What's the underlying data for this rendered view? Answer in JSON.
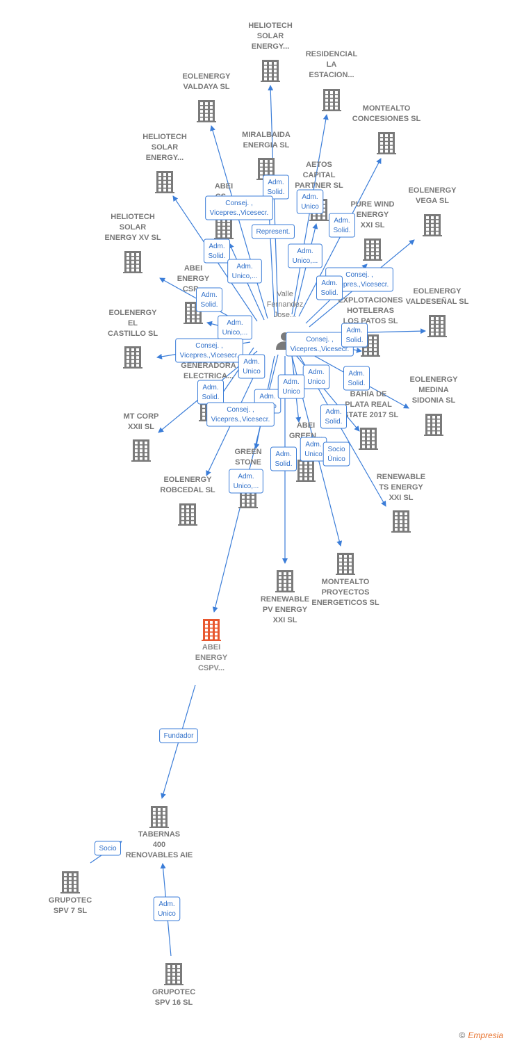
{
  "colors": {
    "edge": "#3b7dd8",
    "building": "#7a7a7a",
    "focus_building": "#e8572e",
    "badge_text": "#2f6fc9"
  },
  "person": {
    "label": [
      "Valle",
      "Fernandez",
      "Jose..."
    ],
    "icon": "person-icon"
  },
  "companies": [
    {
      "id": "heliotech-top",
      "label": [
        "HELIOTECH",
        "SOLAR",
        "ENERGY..."
      ]
    },
    {
      "id": "residencial",
      "label": [
        "RESIDENCIAL",
        "LA",
        "ESTACION..."
      ]
    },
    {
      "id": "valdaya",
      "label": [
        "EOLENERGY",
        "VALDAYA SL"
      ]
    },
    {
      "id": "montealto-conc",
      "label": [
        "MONTEALTO",
        "CONCESIONES SL"
      ]
    },
    {
      "id": "heliotech-left",
      "label": [
        "HELIOTECH",
        "SOLAR",
        "ENERGY..."
      ]
    },
    {
      "id": "miralbaida",
      "label": [
        "MIRALBAIDA",
        "ENERGIA SL"
      ]
    },
    {
      "id": "aetos",
      "label": [
        "AETOS",
        "CAPITAL",
        "PARTNER SL"
      ]
    },
    {
      "id": "abei-cs",
      "label": [
        "ABEI",
        "CS..."
      ]
    },
    {
      "id": "vega",
      "label": [
        "EOLENERGY",
        "VEGA SL"
      ]
    },
    {
      "id": "purewind",
      "label": [
        "PURE WIND",
        "ENERGY",
        "XXI SL"
      ]
    },
    {
      "id": "heliotech-xv",
      "label": [
        "HELIOTECH",
        "SOLAR",
        "ENERGY XV SL"
      ]
    },
    {
      "id": "abei-cspv-mid",
      "label": [
        "ABEI",
        "ENERGY",
        "CSP..."
      ]
    },
    {
      "id": "explotaciones",
      "label": [
        "EXPLOTACIONES",
        "HOTELERAS",
        "LOS PATOS SL"
      ]
    },
    {
      "id": "valdesenal",
      "label": [
        "EOLENERGY",
        "VALDESEÑAL SL"
      ]
    },
    {
      "id": "castillo",
      "label": [
        "EOLENERGY",
        "EL",
        "CASTILLO SL"
      ]
    },
    {
      "id": "generadora",
      "label": [
        "GENERADORA",
        "ELECTRICA..."
      ]
    },
    {
      "id": "medina",
      "label": [
        "EOLENERGY",
        "MEDINA",
        "SIDONIA SL"
      ]
    },
    {
      "id": "bahia",
      "label": [
        "BAHIA DE",
        "PLATA REAL",
        "ESTATE 2017 SL"
      ]
    },
    {
      "id": "mtcorp",
      "label": [
        "MT CORP",
        "XXII SL"
      ]
    },
    {
      "id": "abei-green",
      "label": [
        "ABEI",
        "GREEN..."
      ]
    },
    {
      "id": "greenstone",
      "label": [
        "GREEN",
        "STONE",
        "RE..."
      ]
    },
    {
      "id": "renewablets",
      "label": [
        "RENEWABLE",
        "TS ENERGY",
        "XXI SL"
      ]
    },
    {
      "id": "robcedal",
      "label": [
        "EOLENERGY",
        "ROBCEDAL SL"
      ]
    },
    {
      "id": "montealto-proy",
      "label": [
        "MONTEALTO",
        "PROYECTOS",
        "ENERGETICOS SL"
      ]
    },
    {
      "id": "renewablepv",
      "label": [
        "RENEWABLE",
        "PV ENERGY",
        "XXI SL"
      ]
    },
    {
      "id": "abei-focus",
      "label": [
        "ABEI",
        "ENERGY",
        "CSPV..."
      ]
    },
    {
      "id": "tabernas",
      "label": [
        "TABERNAS",
        "400",
        "RENOVABLES AIE"
      ]
    },
    {
      "id": "grupotec7",
      "label": [
        "GRUPOTEC",
        "SPV 7 SL"
      ]
    },
    {
      "id": "grupotec16",
      "label": [
        "GRUPOTEC",
        "SPV 16 SL"
      ]
    }
  ],
  "badges": [
    [
      "Adm.",
      "Solid."
    ],
    [
      "Consej. ,",
      "Vicepres.,Vicesecr."
    ],
    [
      "Adm.",
      "Unico"
    ],
    [
      "Represent."
    ],
    [
      "Adm.",
      "Solid."
    ],
    [
      "Adm.",
      "Solid."
    ],
    [
      "Adm.",
      "Unico,..."
    ],
    [
      "Adm.",
      "Unico,..."
    ],
    [
      "Consej. ,",
      "Vicepres.,Vicesecr."
    ],
    [
      "Adm.",
      "Solid."
    ],
    [
      "Adm.",
      "Solid."
    ],
    [
      "Adm.",
      "Unico,..."
    ],
    [
      "Consej. ,",
      "Vicepres.,Vicesecr."
    ],
    [
      "Adm.",
      "Solid."
    ],
    [
      "Consej. ,",
      "Vicepres.,Vicesecr."
    ],
    [
      "Adm.",
      "Unico"
    ],
    [
      "Adm.",
      "Unico"
    ],
    [
      "Adm.",
      "Solid."
    ],
    [
      "Adm.",
      "Solid."
    ],
    [
      "Adm.",
      "Unico"
    ],
    [
      "Adm.",
      "Unico"
    ],
    [
      "Consej. ,",
      "Vicepres.,Vicesecr."
    ],
    [
      "Adm.",
      "Solid."
    ],
    [
      "Adm.",
      "Solid."
    ],
    [
      "Adm.",
      "Unico"
    ],
    [
      "Socio",
      "Único"
    ],
    [
      "Adm.",
      "Unico,..."
    ],
    [
      "Fundador"
    ],
    [
      "Socio"
    ],
    [
      "Adm.",
      "Unico"
    ]
  ],
  "footer": {
    "copyright": "©",
    "brand": "Empresia"
  }
}
